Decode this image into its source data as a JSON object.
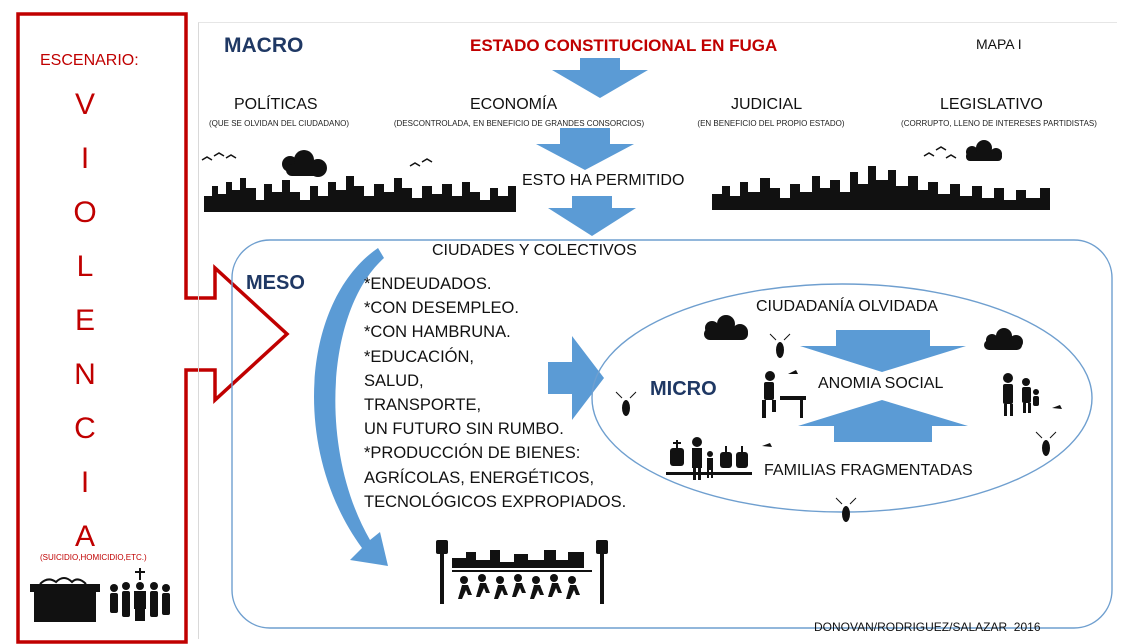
{
  "escenario": {
    "label": "ESCENARIO:",
    "letters": [
      "V",
      "I",
      "O",
      "L",
      "E",
      "N",
      "C",
      "I",
      "A"
    ],
    "note": "(SUICIDIO,HOMICIDIO,ETC.)"
  },
  "macro": {
    "label": "MACRO",
    "title": "ESTADO CONSTITUCIONAL EN FUGA",
    "map_label": "MAPA I",
    "categories": [
      {
        "name": "POLÍTICAS",
        "desc": "(QUE SE OLVIDAN DEL CIUDADANO)"
      },
      {
        "name": "ECONOMÍA",
        "desc": "(DESCONTROLADA, EN BENEFICIO DE GRANDES CONSORCIOS)"
      },
      {
        "name": "JUDICIAL",
        "desc": "(EN BENEFICIO DEL PROPIO ESTADO)"
      },
      {
        "name": "LEGISLATIVO",
        "desc": "(CORRUPTO, LLENO DE INTERESES PARTIDISTAS)"
      }
    ],
    "permitted": "ESTO HA PERMITIDO"
  },
  "meso": {
    "label": "MESO",
    "heading": "CIUDADES Y COLECTIVOS",
    "lines": [
      "*ENDEUDADOS.",
      "*CON DESEMPLEO.",
      "*CON HAMBRUNA.",
      "*EDUCACIÓN,",
      "SALUD,",
      "TRANSPORTE,",
      "UN FUTURO SIN RUMBO.",
      "*PRODUCCIÓN DE BIENES:",
      "AGRÍCOLAS, ENERGÉTICOS,",
      "TECNOLÓGICOS EXPROPIADOS."
    ]
  },
  "micro": {
    "label": "MICRO",
    "top": "CIUDADANÍA OLVIDADA",
    "center": "ANOMIA SOCIAL",
    "bottom": "FAMILIAS FRAGMENTADAS"
  },
  "credit": "DONOVAN/RODRIGUEZ/SALAZAR  2016",
  "colors": {
    "red": "#c00000",
    "navy": "#1f3864",
    "arrow_blue": "#5b9bd5",
    "ellipse_border": "#6f9fcf"
  },
  "icons": [
    "coffin-icon",
    "mourners-icon",
    "skyline-icon",
    "cloud-icon",
    "bird-icon",
    "cockroach-icon",
    "hungry-man-icon",
    "grieving-family-icon",
    "cemetery-family-icon",
    "crowd-running-icon"
  ]
}
